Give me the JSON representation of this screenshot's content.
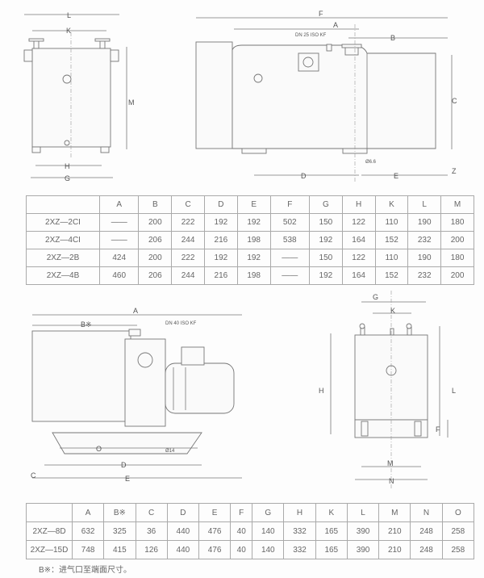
{
  "drawing1_side": {
    "L": "L",
    "K": "K",
    "M": "M",
    "H": "H",
    "G": "G"
  },
  "drawing1_front": {
    "F": "F",
    "A": "A",
    "port": "DN 25 ISO KF",
    "B": "B",
    "C": "C",
    "Z": "Z",
    "D": "D",
    "E": "E",
    "hole": "Ø6.6"
  },
  "table1": {
    "headers": [
      "",
      "A",
      "B",
      "C",
      "D",
      "E",
      "F",
      "G",
      "H",
      "K",
      "L",
      "M"
    ],
    "rows": [
      [
        "2XZ—2CI",
        "——",
        "200",
        "222",
        "192",
        "192",
        "502",
        "150",
        "122",
        "110",
        "190",
        "180"
      ],
      [
        "2XZ—4CI",
        "——",
        "206",
        "244",
        "216",
        "198",
        "538",
        "192",
        "164",
        "152",
        "232",
        "200"
      ],
      [
        "2XZ—2B",
        "424",
        "200",
        "222",
        "192",
        "192",
        "——",
        "150",
        "122",
        "110",
        "190",
        "180"
      ],
      [
        "2XZ—4B",
        "460",
        "206",
        "244",
        "216",
        "198",
        "——",
        "192",
        "164",
        "152",
        "232",
        "200"
      ]
    ]
  },
  "drawing2_front": {
    "A": "A",
    "B": "B※",
    "port": "DN 40 ISO KF",
    "O": "O",
    "D": "D",
    "C": "C",
    "E": "E",
    "hole": "Ø14"
  },
  "drawing2_side": {
    "G": "G",
    "K": "K",
    "H": "H",
    "L": "L",
    "F": "F",
    "M": "M",
    "N": "N"
  },
  "table2": {
    "headers": [
      "",
      "A",
      "B※",
      "C",
      "D",
      "E",
      "F",
      "G",
      "H",
      "K",
      "L",
      "M",
      "N",
      "O"
    ],
    "rows": [
      [
        "2XZ—8D",
        "632",
        "325",
        "36",
        "440",
        "476",
        "40",
        "140",
        "332",
        "165",
        "390",
        "210",
        "248",
        "258"
      ],
      [
        "2XZ—15D",
        "748",
        "415",
        "126",
        "440",
        "476",
        "40",
        "140",
        "332",
        "165",
        "390",
        "210",
        "248",
        "258"
      ]
    ]
  },
  "note": "B※：进气口至端面尺寸。"
}
